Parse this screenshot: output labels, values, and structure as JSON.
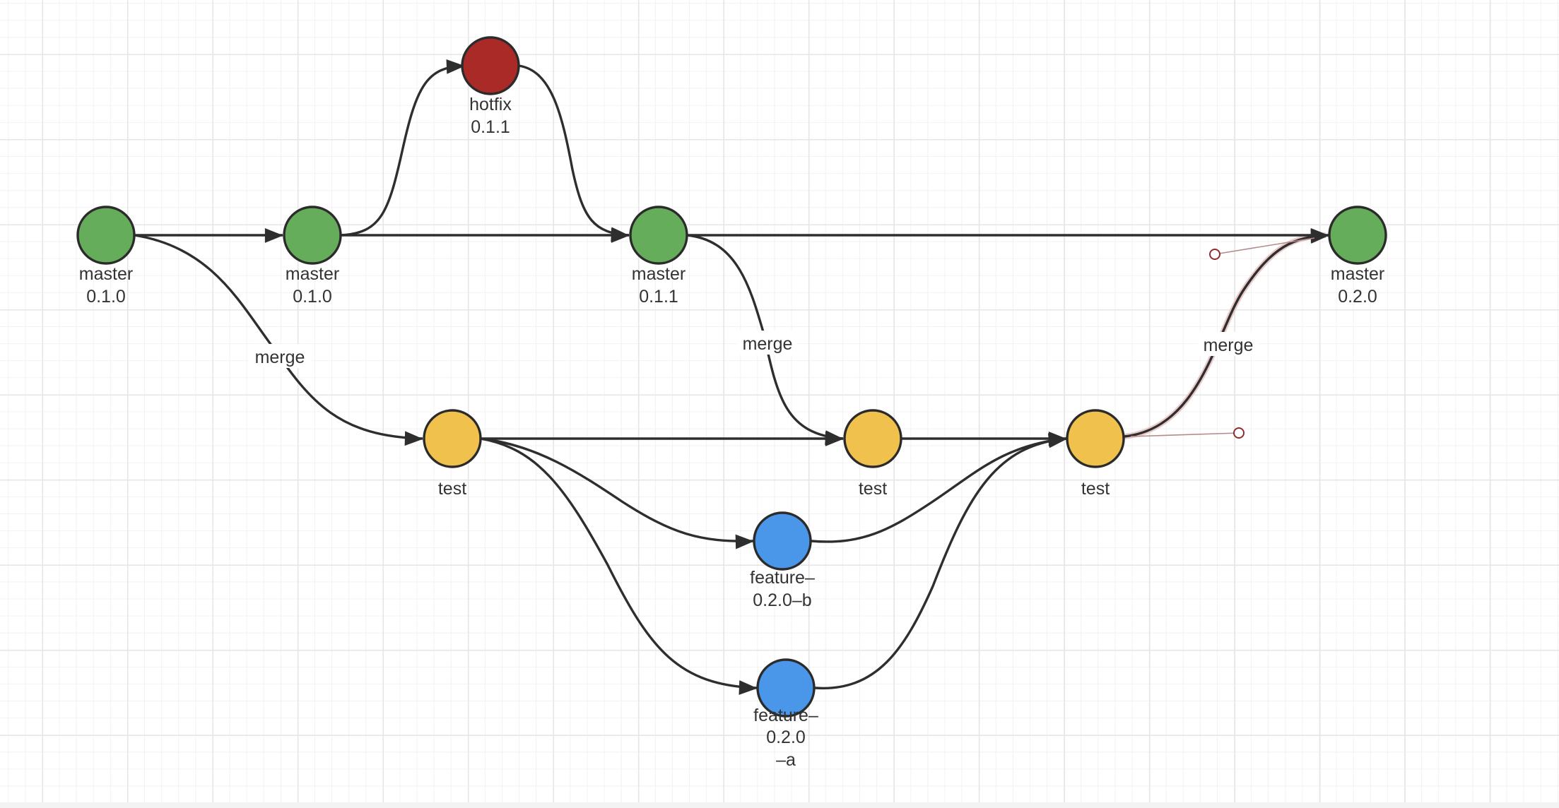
{
  "colors": {
    "master": "#65ad5a",
    "hotfix": "#a92a27",
    "test": "#f0c24d",
    "feature": "#4a96e8",
    "edge": "#2e2e2e",
    "node_border": "#2b2b2b"
  },
  "nodes": [
    {
      "id": "m1",
      "branch": "master",
      "label_lines": [
        "master",
        "0.1.0"
      ]
    },
    {
      "id": "m2",
      "branch": "master",
      "label_lines": [
        "master",
        "0.1.0"
      ]
    },
    {
      "id": "h1",
      "branch": "hotfix",
      "label_lines": [
        "hotfix",
        "0.1.1"
      ]
    },
    {
      "id": "m3",
      "branch": "master",
      "label_lines": [
        "master",
        "0.1.1"
      ]
    },
    {
      "id": "m4",
      "branch": "master",
      "label_lines": [
        "master",
        "0.2.0"
      ]
    },
    {
      "id": "t1",
      "branch": "test",
      "label_lines": [
        "test"
      ]
    },
    {
      "id": "t2",
      "branch": "test",
      "label_lines": [
        "test"
      ]
    },
    {
      "id": "t3",
      "branch": "test",
      "label_lines": [
        "test"
      ]
    },
    {
      "id": "fb",
      "branch": "feature",
      "label_lines": [
        "feature–",
        "0.2.0–b"
      ]
    },
    {
      "id": "fa",
      "branch": "feature",
      "label_lines": [
        "feature–",
        "0.2.0",
        "–a"
      ]
    }
  ],
  "edges": [
    {
      "id": "e-m1-m2",
      "from": "m1",
      "to": "m2",
      "label": ""
    },
    {
      "id": "e-m1-t1",
      "from": "m1",
      "to": "t1",
      "label": "merge"
    },
    {
      "id": "e-m2-h1",
      "from": "m2",
      "to": "h1",
      "label": ""
    },
    {
      "id": "e-m2-m3",
      "from": "m2",
      "to": "m3",
      "label": ""
    },
    {
      "id": "e-h1-m3",
      "from": "h1",
      "to": "m3",
      "label": ""
    },
    {
      "id": "e-m3-m4",
      "from": "m3",
      "to": "m4",
      "label": ""
    },
    {
      "id": "e-m3-t2",
      "from": "m3",
      "to": "t2",
      "label": "merge"
    },
    {
      "id": "e-t1-t2",
      "from": "t1",
      "to": "t2",
      "label": ""
    },
    {
      "id": "e-t1-fb",
      "from": "t1",
      "to": "fb",
      "label": ""
    },
    {
      "id": "e-t1-fa",
      "from": "t1",
      "to": "fa",
      "label": ""
    },
    {
      "id": "e-t2-t3",
      "from": "t2",
      "to": "t3",
      "label": ""
    },
    {
      "id": "e-fb-t3",
      "from": "fb",
      "to": "t3",
      "label": ""
    },
    {
      "id": "e-fa-t3",
      "from": "fa",
      "to": "t3",
      "label": ""
    },
    {
      "id": "e-t3-m4",
      "from": "t3",
      "to": "m4",
      "label": "merge",
      "selected": true
    }
  ]
}
